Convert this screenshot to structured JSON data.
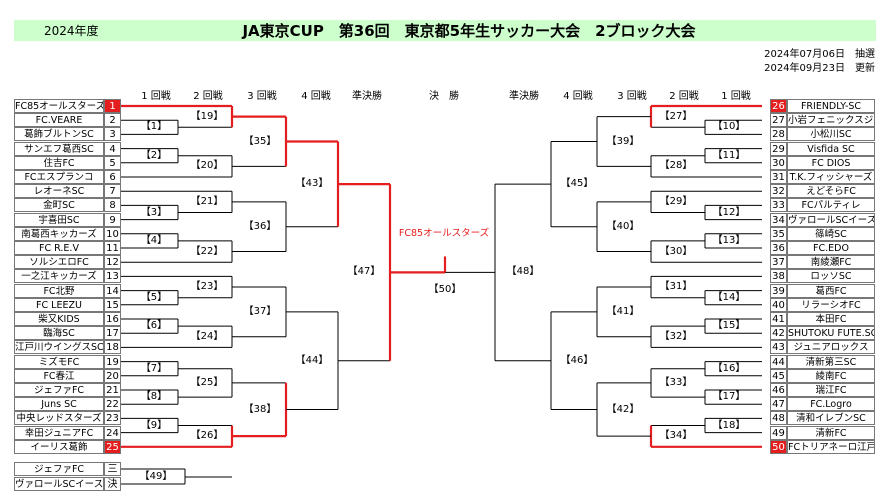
{
  "header": {
    "year": "2024年度",
    "title": "JA東京CUP　第36回　東京都5年生サッカー大会　2ブロック大会",
    "draw_date": "2024年07月06日　抽選",
    "update_date": "2024年09月23日　更新"
  },
  "rounds_left": [
    "1 回戦",
    "2 回戦",
    "3 回戦",
    "4 回戦",
    "準決勝"
  ],
  "final_label": "決　勝",
  "rounds_right": [
    "準決勝",
    "4 回戦",
    "3 回戦",
    "2 回戦",
    "1 回戦"
  ],
  "left_teams": [
    {
      "no": "1",
      "name": "FC85オールスターズ"
    },
    {
      "no": "2",
      "name": "FC.VEARE"
    },
    {
      "no": "3",
      "name": "葛飾ブルトンSC"
    },
    {
      "no": "4",
      "name": "サンエフ葛西SC"
    },
    {
      "no": "5",
      "name": "住吉FC"
    },
    {
      "no": "6",
      "name": "FCエスプランコ"
    },
    {
      "no": "7",
      "name": "レオーネSC"
    },
    {
      "no": "8",
      "name": "金町SC"
    },
    {
      "no": "9",
      "name": "宇喜田SC"
    },
    {
      "no": "10",
      "name": "南葛西キッカーズ"
    },
    {
      "no": "11",
      "name": "FC R.E.V"
    },
    {
      "no": "12",
      "name": "ソルシエロFC"
    },
    {
      "no": "13",
      "name": "一之江キッカーズ"
    },
    {
      "no": "14",
      "name": "FC北野"
    },
    {
      "no": "15",
      "name": "FC LEEZU"
    },
    {
      "no": "16",
      "name": "柴又KIDS"
    },
    {
      "no": "17",
      "name": "臨海SC"
    },
    {
      "no": "18",
      "name": "江戸川ウイングスSC"
    },
    {
      "no": "19",
      "name": "ミズモFC"
    },
    {
      "no": "20",
      "name": "FC春江"
    },
    {
      "no": "21",
      "name": "ジェファFC"
    },
    {
      "no": "22",
      "name": "Juns SC"
    },
    {
      "no": "23",
      "name": "中央レッドスターズ"
    },
    {
      "no": "24",
      "name": "幸田ジュニアFC"
    },
    {
      "no": "25",
      "name": "イーリス葛飾"
    }
  ],
  "right_teams": [
    {
      "no": "26",
      "name": "FRIENDLY-SC"
    },
    {
      "no": "27",
      "name": "小岩フェニックスジュニア"
    },
    {
      "no": "28",
      "name": "小松川SC"
    },
    {
      "no": "29",
      "name": "Visfida SC"
    },
    {
      "no": "30",
      "name": "FC DIOS"
    },
    {
      "no": "31",
      "name": "T.K.フィッシャーズ"
    },
    {
      "no": "32",
      "name": "えどそらFC"
    },
    {
      "no": "33",
      "name": "FCパルティレ"
    },
    {
      "no": "34",
      "name": "ヴァロールSCイースト"
    },
    {
      "no": "35",
      "name": "篠崎SC"
    },
    {
      "no": "36",
      "name": "FC.EDO"
    },
    {
      "no": "37",
      "name": "南綾瀬FC"
    },
    {
      "no": "38",
      "name": "ロッソSC"
    },
    {
      "no": "39",
      "name": "葛西FC"
    },
    {
      "no": "40",
      "name": "リラーシオFC"
    },
    {
      "no": "41",
      "name": "本田FC"
    },
    {
      "no": "42",
      "name": "SHUTOKU FUTE.SC"
    },
    {
      "no": "43",
      "name": "ジュニアロックス"
    },
    {
      "no": "44",
      "name": "清新第三SC"
    },
    {
      "no": "45",
      "name": "綾南FC"
    },
    {
      "no": "46",
      "name": "瑞江FC"
    },
    {
      "no": "47",
      "name": "FC.Logro"
    },
    {
      "no": "48",
      "name": "清和イレブンSC"
    },
    {
      "no": "49",
      "name": "清新FC"
    },
    {
      "no": "50",
      "name": "FCトリアネーロ江戸川"
    }
  ],
  "winner_numbers": [
    "1",
    "25",
    "26",
    "50"
  ],
  "matches_left": {
    "r1": [
      "【1】",
      "【2】",
      "【3】",
      "【4】",
      "【5】",
      "【6】",
      "【7】",
      "【8】",
      "【9】"
    ],
    "r2": [
      "【19】",
      "【20】",
      "【21】",
      "【22】",
      "【23】",
      "【24】",
      "【25】",
      "【26】"
    ],
    "r3": [
      "【35】",
      "【36】",
      "【37】",
      "【38】"
    ],
    "r4": [
      "【43】",
      "【44】"
    ],
    "sf": "【47】"
  },
  "matches_right": {
    "r1": [
      "【10】",
      "【11】",
      "【12】",
      "【13】",
      "【14】",
      "【15】",
      "【16】",
      "【17】",
      "【18】"
    ],
    "r2": [
      "【27】",
      "【28】",
      "【29】",
      "【30】",
      "【31】",
      "【32】",
      "【33】",
      "【34】"
    ],
    "r3": [
      "【39】",
      "【40】",
      "【41】",
      "【42】"
    ],
    "r4": [
      "【45】",
      "【46】"
    ],
    "sf": "【48】"
  },
  "final": {
    "label": "【50】",
    "champion": "FC85オールスターズ"
  },
  "third_place": {
    "teams": [
      {
        "name": "ジェファFC",
        "mark": "三"
      },
      {
        "name": "ヴァロールSCイースト",
        "mark": "決"
      }
    ],
    "label": "【49】"
  },
  "colors": {
    "line": "#e41e1e",
    "winner_bg": "#e41e1e",
    "banner": "#ccffcc"
  }
}
